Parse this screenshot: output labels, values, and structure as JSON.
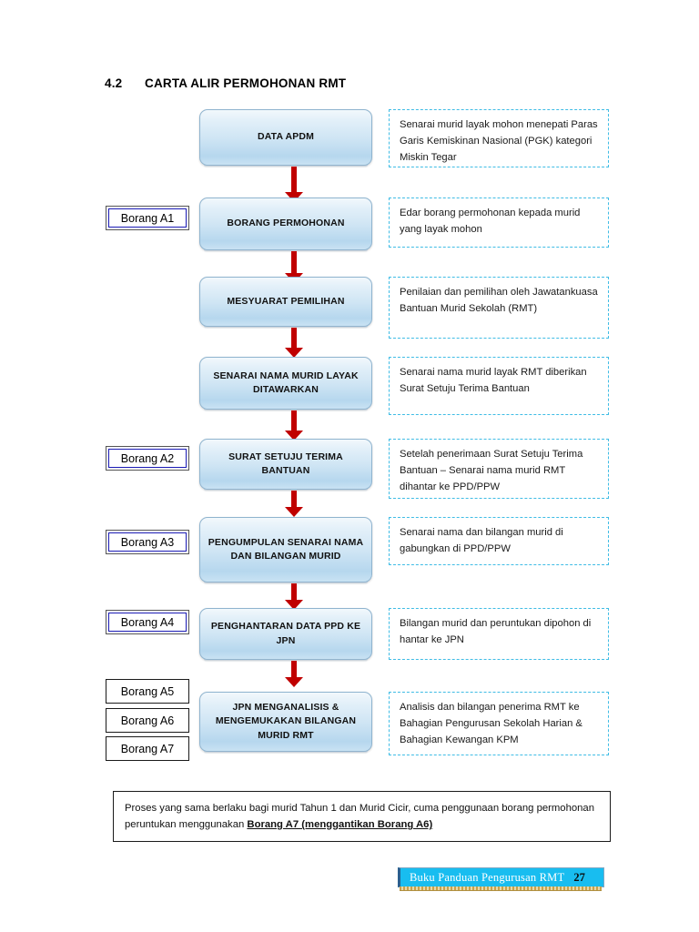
{
  "heading": {
    "number": "4.2",
    "title": "CARTA ALIR PERMOHONAN RMT"
  },
  "flow": {
    "steps": [
      {
        "box_label": "DATA APDM",
        "description": "Senarai murid layak  mohon menepati Paras Garis Kemiskinan Nasional (PGK) kategori Miskin Tegar",
        "tag": null
      },
      {
        "box_label": "BORANG PERMOHONAN",
        "description": "Edar borang permohonan kepada murid yang layak mohon",
        "tag": "Borang A1"
      },
      {
        "box_label": "MESYUARAT PEMILIHAN",
        "description": "Penilaian dan pemilihan oleh Jawatankuasa  Bantuan Murid Sekolah (RMT)",
        "tag": null
      },
      {
        "box_label": "SENARAI NAMA MURID LAYAK DITAWARKAN",
        "description": "Senarai nama murid layak RMT diberikan Surat Setuju Terima Bantuan",
        "tag": null
      },
      {
        "box_label": "SURAT SETUJU TERIMA BANTUAN",
        "description": "Setelah penerimaan Surat Setuju Terima Bantuan – Senarai nama murid RMT dihantar ke PPD/PPW",
        "tag": "Borang A2"
      },
      {
        "box_label": "PENGUMPULAN SENARAI NAMA DAN BILANGAN MURID",
        "description": "Senarai nama dan bilangan murid  di gabungkan di PPD/PPW",
        "tag": "Borang A3"
      },
      {
        "box_label": "PENGHANTARAN DATA PPD KE JPN",
        "description": "Bilangan murid  dan peruntukan dipohon di hantar ke JPN",
        "tag": "Borang A4"
      },
      {
        "box_label": "JPN MENGANALISIS & MENGEMUKAKAN BILANGAN MURID RMT",
        "description": "Analisis dan bilangan penerima RMT ke Bahagian Pengurusan Sekolah Harian & Bahagian Kewangan KPM",
        "tag": null
      }
    ],
    "extra_tags": [
      "Borang A5",
      "Borang A6",
      "Borang A7"
    ]
  },
  "note": {
    "text_before": "Proses yang sama berlaku bagi murid Tahun 1 dan Murid Cicir, cuma penggunaan borang permohonan peruntukan menggunakan ",
    "emphasis": "Borang A7 (menggantikan Borang A6)"
  },
  "footer": {
    "label": "Buku Panduan Pengurusan RMT",
    "page_number": "27"
  },
  "colors": {
    "arrow": "#C00000",
    "desc_border": "#3FBCE5",
    "tag_border_inner": "#1A1AB4",
    "box_border": "#8FB4CF",
    "footer_bar": "#18BDF0"
  }
}
